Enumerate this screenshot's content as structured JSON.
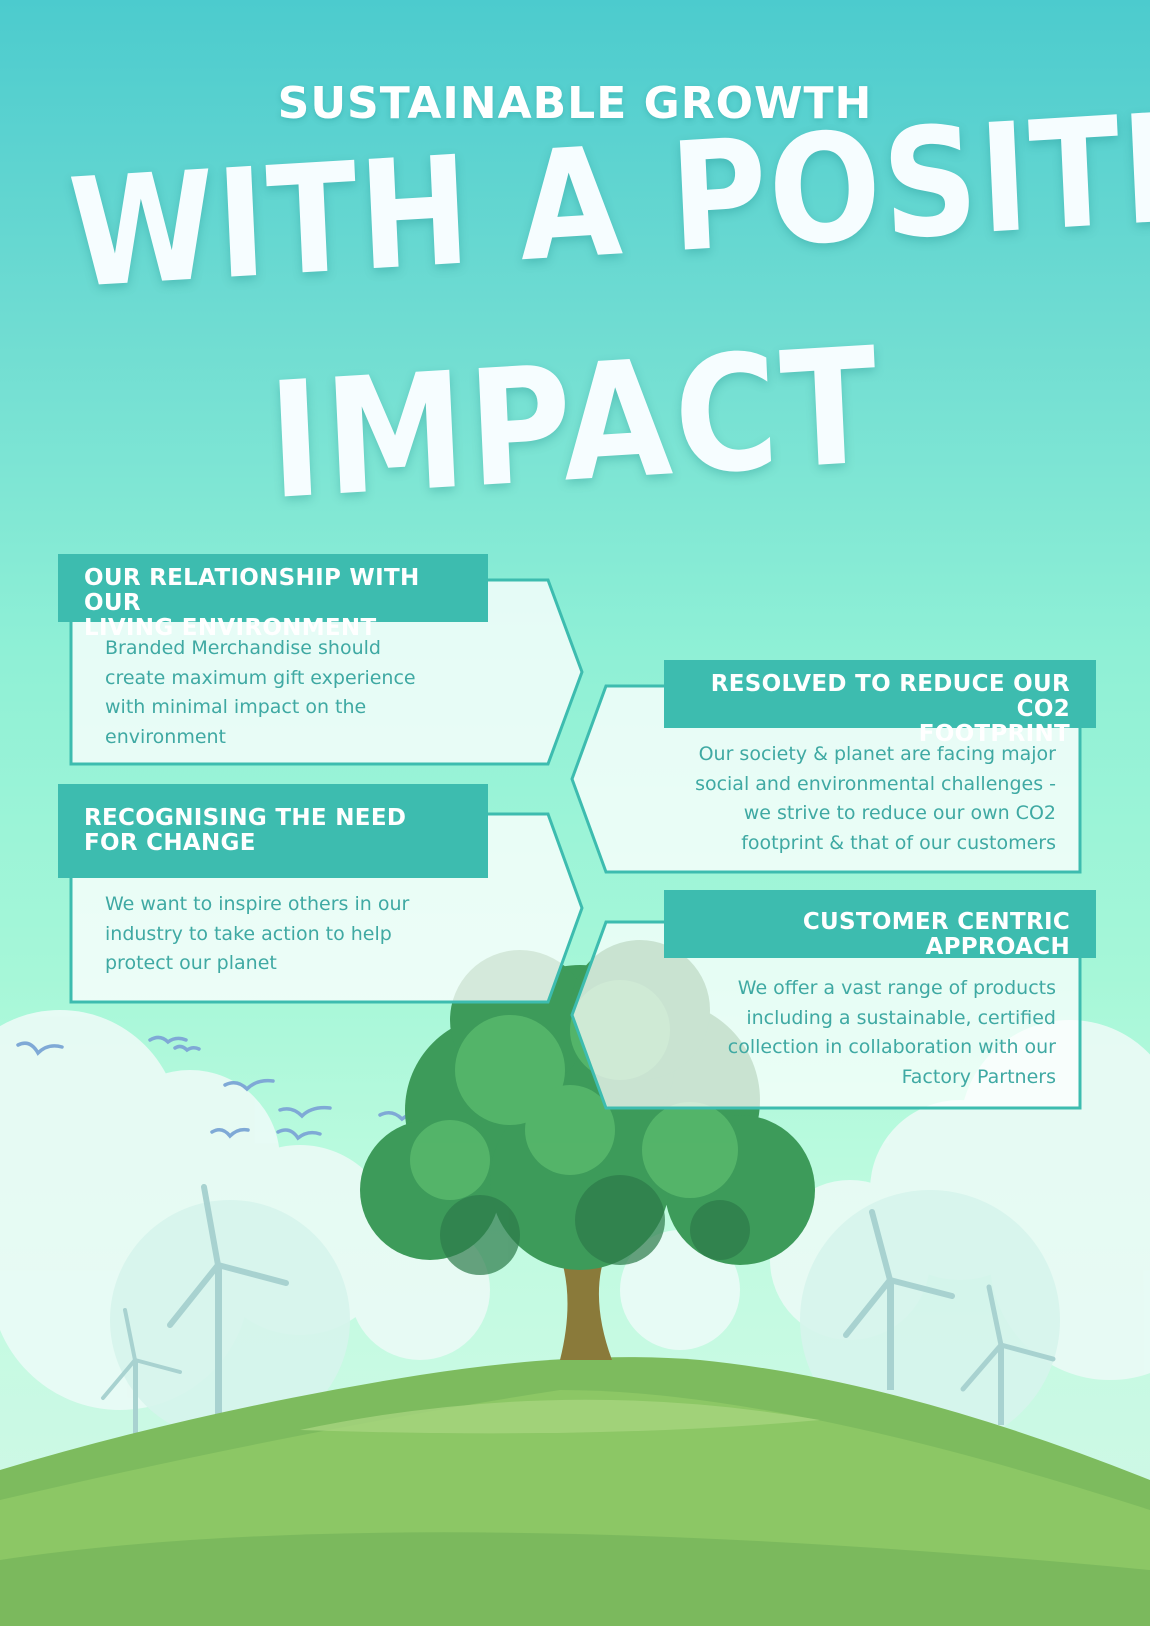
{
  "subtitle": "SUSTAINABLE GROWTH",
  "headline": [
    "WITH A POSITIVE",
    "IMPACT"
  ],
  "cards": [
    {
      "title": [
        "OUR RELATIONSHIP WITH OUR",
        "LIVING ENVIRONMENT"
      ],
      "body": [
        "Branded Merchandise should",
        "create maximum gift experience",
        "with minimal impact on the",
        "environment"
      ]
    },
    {
      "title": [
        "RESOLVED TO REDUCE OUR CO2",
        "FOOTPRINT"
      ],
      "body": [
        "Our society & planet are facing major",
        "social and environmental challenges -",
        "we strive to reduce our own CO2",
        "footprint & that of our customers"
      ]
    },
    {
      "title": [
        "RECOGNISING THE NEED",
        "FOR CHANGE"
      ],
      "body": [
        "We want to inspire others in our",
        "industry to take action to help",
        "protect our planet"
      ]
    },
    {
      "title": [
        "CUSTOMER CENTRIC APPROACH"
      ],
      "body": [
        "We offer a vast range of products",
        "including a sustainable, certified",
        "collection in collaboration with our",
        "Factory Partners"
      ]
    }
  ],
  "colors": {
    "sky_top": "#4ccbce",
    "sky_bottom": "#c0fbe0",
    "header_teal": "#3dbcaf",
    "body_text": "#3fa9a3",
    "grass": "#7dbb5e",
    "tree_foliage": "#3d9b5a"
  },
  "icons": [
    "tree-illustration",
    "wind-turbine",
    "bird",
    "cloud",
    "hill"
  ]
}
